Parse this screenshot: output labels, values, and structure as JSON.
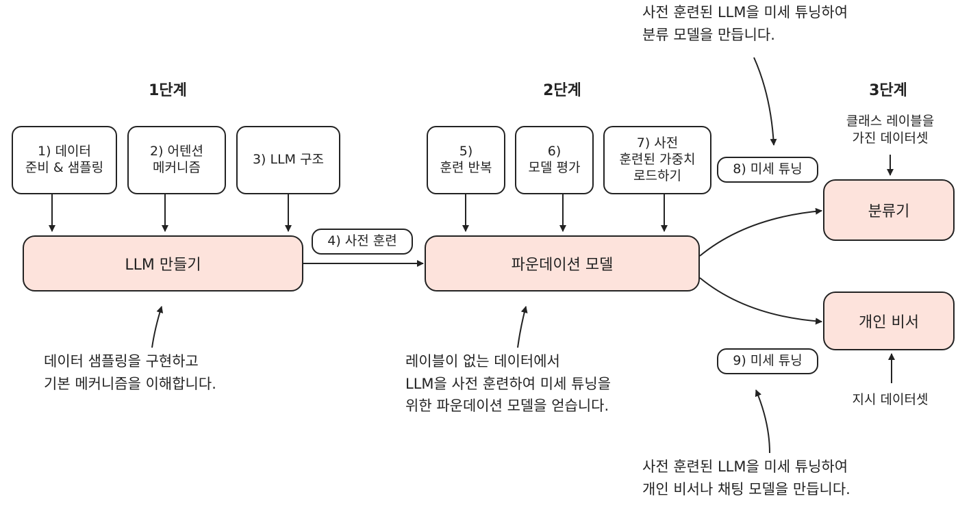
{
  "stages": {
    "s1": "1단계",
    "s2": "2단계",
    "s3": "3단계"
  },
  "steps": {
    "step1": "1) 데이터\n준비 & 샘플링",
    "step2": "2) 어텐션\n메커니즘",
    "step3": "3) LLM 구조",
    "step4": "4) 사전 훈련",
    "step5": "5)\n훈련 반복",
    "step6": "6)\n모델 평가",
    "step7": "7) 사전\n훈련된 가중치\n로드하기",
    "step8": "8) 미세 튜닝",
    "step9": "9) 미세 튜닝"
  },
  "blocks": {
    "build_llm": "LLM 만들기",
    "foundation_model": "파운데이션 모델",
    "classifier": "분류기",
    "assistant": "개인 비서"
  },
  "inputs": {
    "class_labels": "클래스 레이블을\n가진 데이터셋",
    "instruction_data": "지시 데이터셋"
  },
  "notes": {
    "top_right": "사전 훈련된 LLM을 미세 튜닝하여\n분류 모델을 만듭니다.",
    "bottom_left": "데이터 샘플링을 구현하고\n기본 메커니즘을 이해합니다.",
    "bottom_center": "레이블이 없는 데이터에서\nLLM을 사전 훈련하여 미세 튜닝을\n위한 파운데이션 모델을 얻습니다.",
    "bottom_right": "사전 훈련된 LLM을 미세 튜닝하여\n개인 비서나 채팅 모델을 만듭니다."
  },
  "colors": {
    "block_fill": "#fde3dc",
    "stroke": "#222222"
  }
}
